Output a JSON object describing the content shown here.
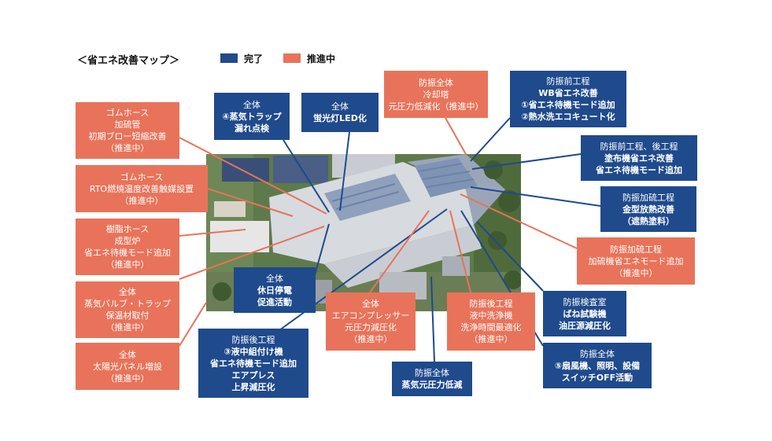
{
  "legend": {
    "title": "＜省エネ改善マップ＞",
    "completed_label": "完了",
    "in_progress_label": "推進中",
    "completed_color": "#1f4a8c",
    "in_progress_color": "#e8735a"
  },
  "callouts": [
    {
      "id": "c1",
      "status": "in_progress",
      "lines": [
        "ゴムホース",
        "加硫管",
        "初期ブロー短縮改善",
        "（推進中）"
      ]
    },
    {
      "id": "c2",
      "status": "in_progress",
      "lines": [
        "ゴムホース",
        "RTO燃焼温度改善触媒設置",
        "（推進中）"
      ]
    },
    {
      "id": "c3",
      "status": "in_progress",
      "lines": [
        "樹脂ホース",
        "成型炉",
        "省エネ待機モード追加",
        "（推進中）"
      ]
    },
    {
      "id": "c4",
      "status": "in_progress",
      "lines": [
        "全体",
        "蒸気バルブ・トラップ",
        "保温材取付",
        "（推進中）"
      ]
    },
    {
      "id": "c5",
      "status": "in_progress",
      "lines": [
        "全体",
        "太陽光パネル増設",
        "（推進中）"
      ]
    },
    {
      "id": "c6",
      "status": "completed",
      "lines": [
        "全体",
        "④蒸気トラップ",
        "漏れ点検"
      ]
    },
    {
      "id": "c7",
      "status": "completed",
      "lines": [
        "全体",
        "蛍光灯LED化"
      ]
    },
    {
      "id": "c8",
      "status": "in_progress",
      "lines": [
        "防振全体",
        "冷却塔",
        "元圧力低減化（推進中）"
      ]
    },
    {
      "id": "c9",
      "status": "completed",
      "lines": [
        "防振前工程",
        "WB省エネ改善",
        "①省エネ待機モード追加",
        "②熱水洗エコキュート化"
      ]
    },
    {
      "id": "c10",
      "status": "completed",
      "lines": [
        "防振前工程、後工程",
        "塗布機省エネ改善",
        "省エネ待機モード追加"
      ]
    },
    {
      "id": "c11",
      "status": "completed",
      "lines": [
        "防振加硫工程",
        "金型放熱改善",
        "（遮熱塗料）"
      ]
    },
    {
      "id": "c12",
      "status": "in_progress",
      "lines": [
        "防振加硫工程",
        "加硫機省エネモード追加",
        "（推進中）"
      ]
    },
    {
      "id": "c13",
      "status": "completed",
      "lines": [
        "全体",
        "休日停電",
        "促進活動"
      ]
    },
    {
      "id": "c14",
      "status": "in_progress",
      "lines": [
        "全体",
        "エアコンプレッサー",
        "元圧力減圧化",
        "（推進中）"
      ]
    },
    {
      "id": "c15",
      "status": "in_progress",
      "lines": [
        "防振後工程",
        "液中洗浄機",
        "洗浄時間最適化",
        "（推進中）"
      ]
    },
    {
      "id": "c16",
      "status": "completed",
      "lines": [
        "防振検査室",
        "ばね試験機",
        "油圧源減圧化"
      ]
    },
    {
      "id": "c17",
      "status": "completed",
      "lines": [
        "防振後工程",
        "③液中組付け機",
        "省エネ待機モード追加",
        "エアプレス",
        "上昇減圧化"
      ]
    },
    {
      "id": "c18",
      "status": "completed",
      "lines": [
        "防振全体",
        "蒸気元圧力低減"
      ]
    },
    {
      "id": "c19",
      "status": "completed",
      "lines": [
        "防振全体",
        "⑤扇風機、照明、設備",
        "スイッチOFF活動"
      ]
    }
  ]
}
